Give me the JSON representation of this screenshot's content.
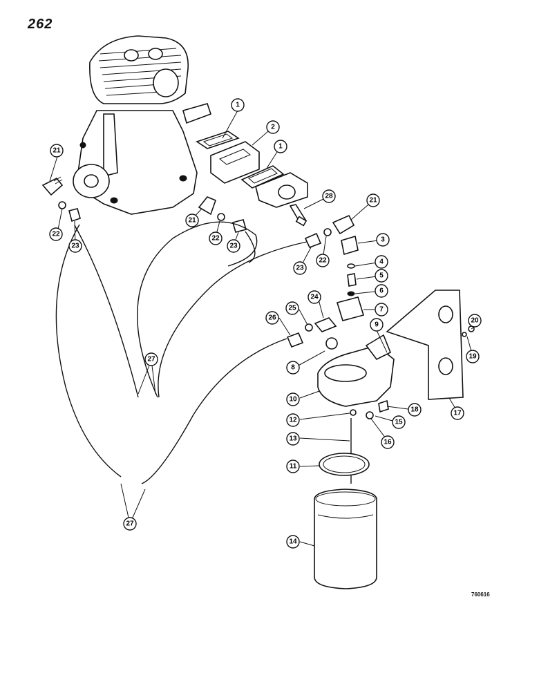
{
  "page_number": "262",
  "figure_code": "760616",
  "callouts": [
    "1",
    "2",
    "1",
    "28",
    "21",
    "3",
    "4",
    "5",
    "6",
    "7",
    "9",
    "20",
    "19",
    "17",
    "18",
    "15",
    "16",
    "10",
    "12",
    "13",
    "11",
    "14",
    "8",
    "26",
    "25",
    "24",
    "21",
    "22",
    "23",
    "21",
    "22",
    "23",
    "23",
    "22",
    "27",
    "27"
  ]
}
